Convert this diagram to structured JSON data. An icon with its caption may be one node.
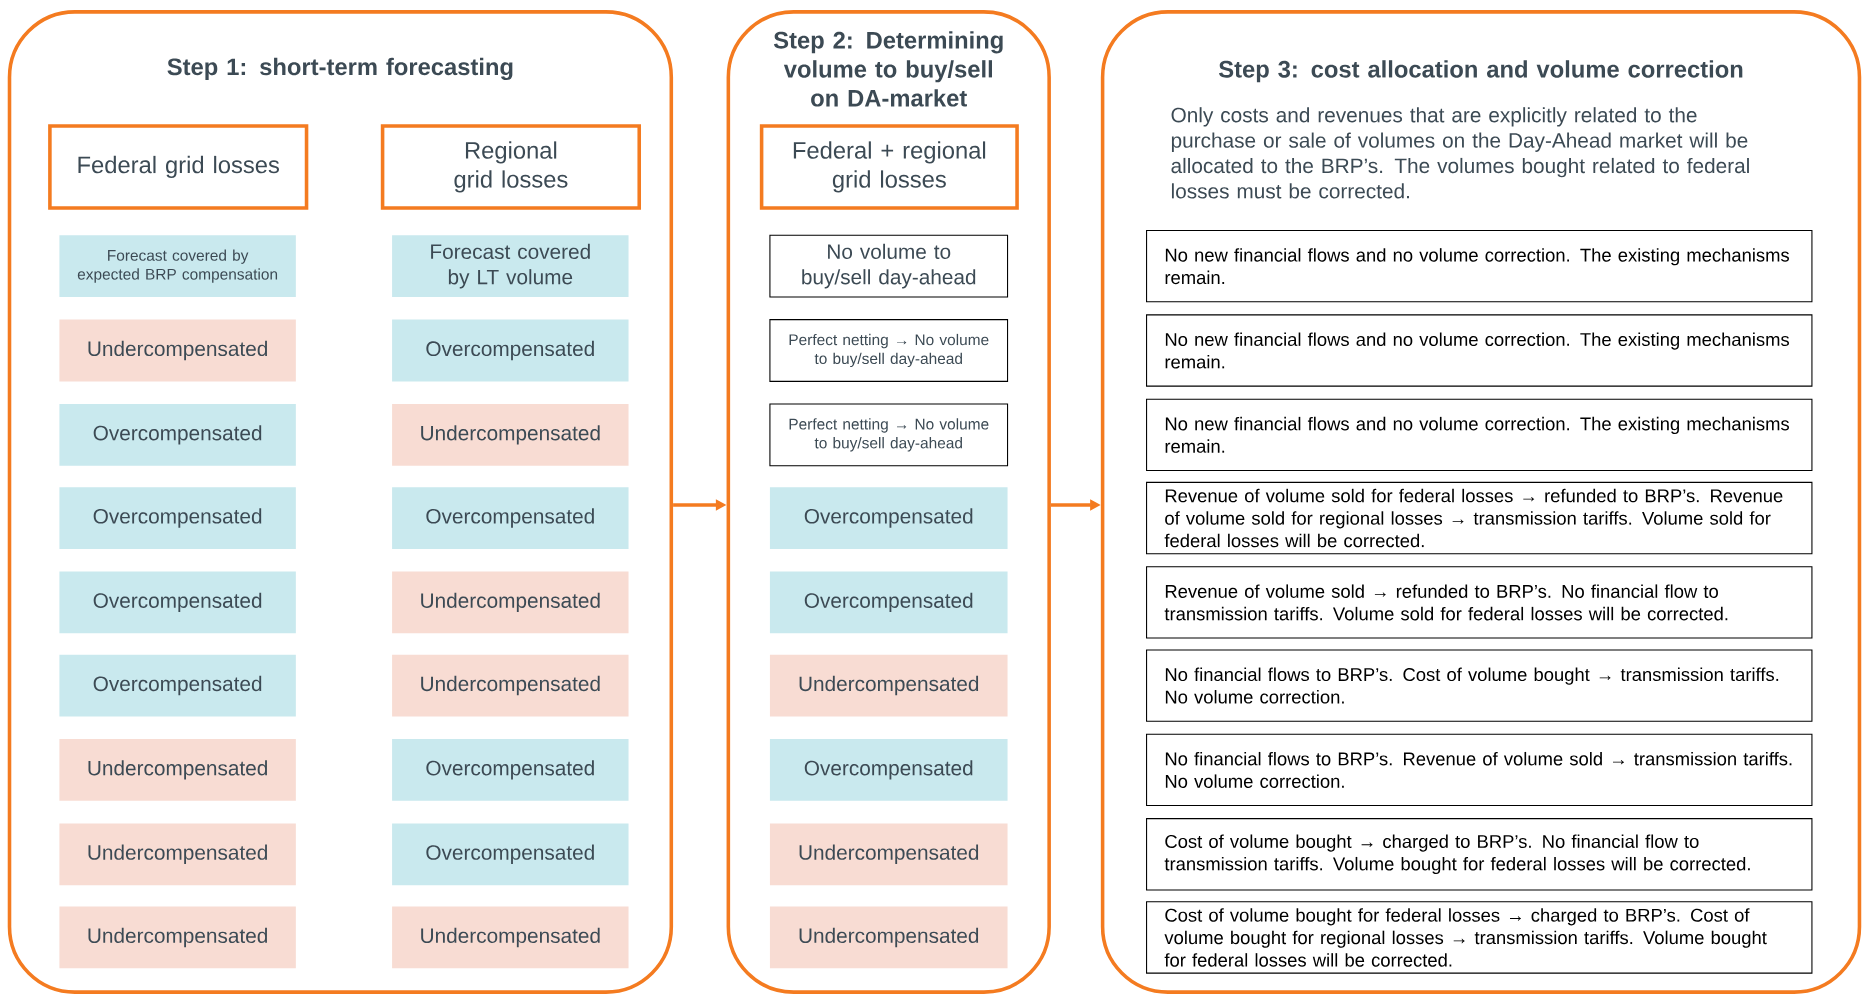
{
  "diagram": {
    "nodes": [
      {
        "text": [
          "Step 1: short-term forecasting"
        ]
      },
      {
        "text": [
          "Federal grid losses"
        ],
        "in": 0
      },
      {
        "text": [
          "Regional grid losses"
        ],
        "in": 0
      },
      {
        "text": [
          "Forecast covered by expected BRP compensation"
        ],
        "in": 0
      },
      {
        "text": [
          "Forecast covered by LT volume"
        ],
        "in": 0
      },
      {
        "text": [
          "Undercompensated"
        ],
        "in": 0
      },
      {
        "text": [
          "Overcompensated"
        ],
        "in": 0
      },
      {
        "text": [
          "Overcompensated"
        ],
        "in": 0
      },
      {
        "text": [
          "Undercompensated"
        ],
        "in": 0
      },
      {
        "text": [
          "Overcompensated"
        ],
        "in": 0
      },
      {
        "text": [
          "Overcompensated"
        ],
        "in": 0
      },
      {
        "text": [
          "Overcompensated"
        ],
        "in": 0
      },
      {
        "text": [
          "Undercompensated"
        ],
        "in": 0
      },
      {
        "text": [
          "Overcompensated"
        ],
        "in": 0
      },
      {
        "text": [
          "Undercompensated"
        ],
        "in": 0
      },
      {
        "text": [
          "Undercompensated"
        ],
        "in": 0
      },
      {
        "text": [
          "Overcompensated"
        ],
        "in": 0
      },
      {
        "text": [
          "Undercompensated"
        ],
        "in": 0
      },
      {
        "text": [
          "Overcompensated"
        ],
        "in": 0
      },
      {
        "text": [
          "Undercompensated"
        ],
        "in": 0
      },
      {
        "text": [
          "Undercompensated"
        ],
        "in": 0
      },
      {
        "text": [
          "Step 2: Determining volume to buy/sell on DA-market"
        ]
      },
      {
        "text": [
          "Federal + regional grid losses"
        ],
        "in": 21
      },
      {
        "text": [
          "No volume to buy/sell day-ahead"
        ],
        "in": 21
      },
      {
        "text": [
          "Perfect netting → No volume to buy/sell day-ahead"
        ],
        "in": 21
      },
      {
        "text": [
          "Perfect netting → No volume to buy/sell day-ahead"
        ],
        "in": 21
      },
      {
        "text": [
          "Overcompensated"
        ],
        "in": 21
      },
      {
        "text": [
          "Overcompensated"
        ],
        "in": 21
      },
      {
        "text": [
          "Undercompensated"
        ],
        "in": 21
      },
      {
        "text": [
          "Overcompensated"
        ],
        "in": 21
      },
      {
        "text": [
          "Undercompensated"
        ],
        "in": 21
      },
      {
        "text": [
          "Undercompensated"
        ],
        "in": 21
      },
      {
        "text": [
          "Step 3: cost allocation and volume correction",
          "Only costs and revenues that are explicitly related to the purchase or sale of volumes on the Day-Ahead market will be allocated to the BRP’s. The volumes bought related to federal losses must be corrected."
        ]
      },
      {
        "text": [
          "No new financial flows and no volume correction. The existing mechanisms remain."
        ],
        "in": 32
      },
      {
        "text": [
          "No new financial flows and no volume correction. The existing mechanisms remain."
        ],
        "in": 32
      },
      {
        "text": [
          "No new financial flows and no volume correction. The existing mechanisms remain."
        ],
        "in": 32
      },
      {
        "text": [
          "Revenue of volume sold for federal losses → refunded to BRP’s. Revenue of volume sold for regional losses → transmission tariffs. Volume sold for federal losses will be corrected."
        ],
        "in": 32
      },
      {
        "text": [
          "Revenue of volume sold → refunded to BRP’s. No financial flow to transmission tariffs. Volume sold for federal losses will be corrected."
        ],
        "in": 32
      },
      {
        "text": [
          "No financial flows to BRP’s. Cost of volume bought → transmission tariffs. No volume correction."
        ],
        "in": 32
      },
      {
        "text": [
          "No financial flows to BRP’s. Revenue of volume sold → transmission tariffs. No volume correction."
        ],
        "in": 32
      },
      {
        "text": [
          "Cost of volume bought → charged to BRP’s. No financial flow to transmission tariffs. Volume bought for federal losses will be corrected."
        ],
        "in": 32
      },
      {
        "text": [
          "Cost of volume bought for federal losses → charged to BRP’s. Cost of volume bought for regional losses → transmission tariffs. Volume bought for federal losses will be corrected."
        ],
        "in": 32
      }
    ],
    "edges": [
      {
        "from": 0,
        "to": 21,
        "arrow": "to"
      },
      {
        "from": 21,
        "to": 32,
        "arrow": "to"
      }
    ]
  }
}
